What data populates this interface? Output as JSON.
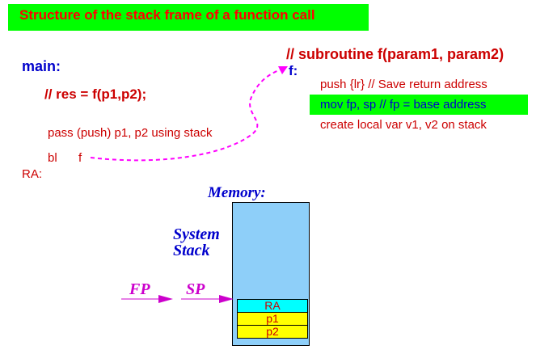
{
  "title": "Structure of the stack frame of a function call",
  "main_code": {
    "label": "main:",
    "res_comment": "// res = f(p1,p2);",
    "pass_line": "pass (push) p1, p2 using stack",
    "bl_instr": "bl",
    "bl_target": "f",
    "ra_label": "RA:"
  },
  "subroutine": {
    "comment": "// subroutine f(param1, param2)",
    "label": "f:",
    "lines": [
      "push  {lr} // Save return address",
      "mov fp, sp // fp = base address",
      "create local var v1, v2 on stack"
    ]
  },
  "memory": {
    "label": "Memory:",
    "system_stack_line1": "System",
    "system_stack_line2": "Stack",
    "cells": [
      "RA",
      "p1",
      "p2"
    ]
  },
  "pointers": {
    "fp": "FP",
    "sp": "SP"
  },
  "colors": {
    "highlight": "#00ff00",
    "text_red": "#cc0000",
    "text_blue": "#0000cc",
    "arrow_magenta": "#ff00ff",
    "stack_fill": "#8ecff9",
    "ra_cell": "#00ffff",
    "param_cell": "#ffff00"
  }
}
